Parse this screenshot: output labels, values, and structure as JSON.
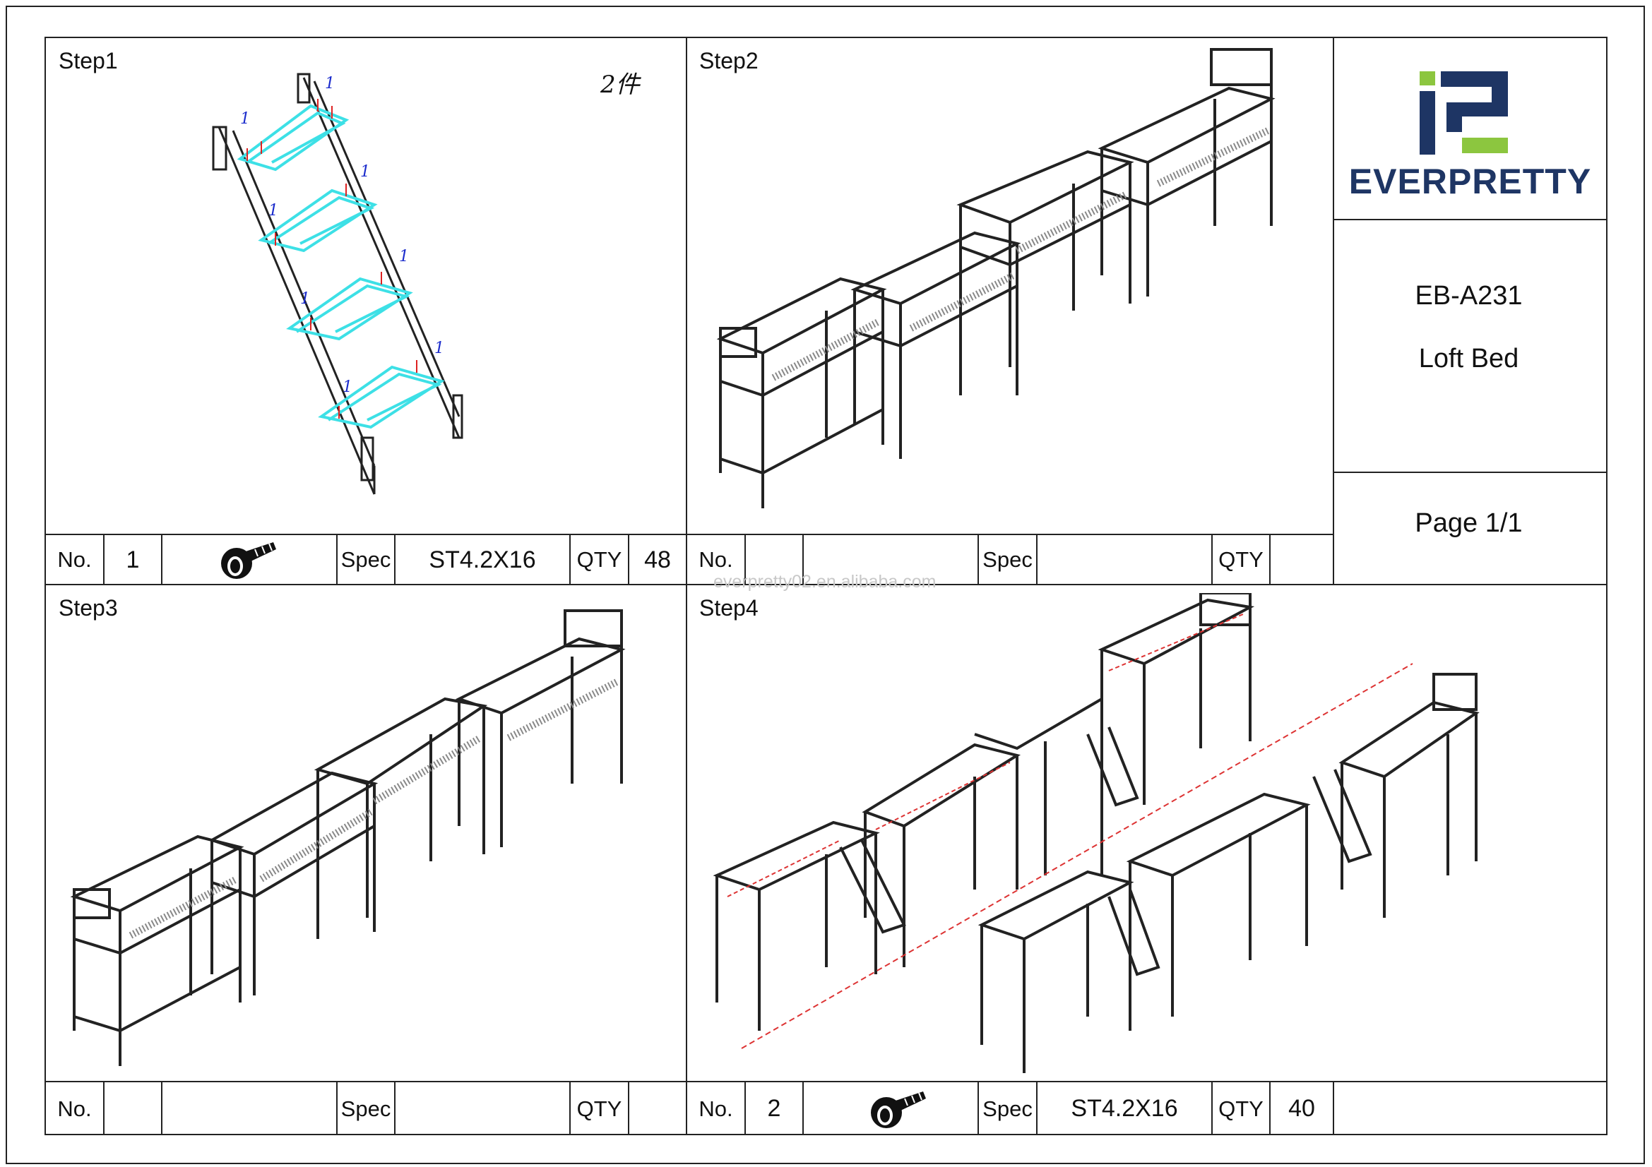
{
  "brand": {
    "name": "EVERPRETTY",
    "color_dark": "#1e3564",
    "color_green": "#8cc63f"
  },
  "title_block": {
    "model": "EB-A231",
    "product": "Loft Bed",
    "page": "Page 1/1"
  },
  "watermark": "everpretty02.en.alibaba.com",
  "steps": [
    {
      "title": "Step1",
      "note": "2件",
      "part_labels": [
        "1",
        "1",
        "1",
        "1",
        "1",
        "1",
        "1",
        "1"
      ]
    },
    {
      "title": "Step2"
    },
    {
      "title": "Step3"
    },
    {
      "title": "Step4"
    }
  ],
  "parts_rows": [
    {
      "no_label": "No.",
      "no": "1",
      "icon": "screw-icon",
      "spec_label": "Spec",
      "spec": "ST4.2X16",
      "qty_label": "QTY",
      "qty": "48"
    },
    {
      "no_label": "No.",
      "no": "",
      "icon": "",
      "spec_label": "Spec",
      "spec": "",
      "qty_label": "QTY",
      "qty": ""
    },
    {
      "no_label": "No.",
      "no": "",
      "icon": "",
      "spec_label": "Spec",
      "spec": "",
      "qty_label": "QTY",
      "qty": ""
    },
    {
      "no_label": "No.",
      "no": "2",
      "icon": "screw-icon",
      "spec_label": "Spec",
      "spec": "ST4.2X16",
      "qty_label": "QTY",
      "qty": "40"
    }
  ]
}
